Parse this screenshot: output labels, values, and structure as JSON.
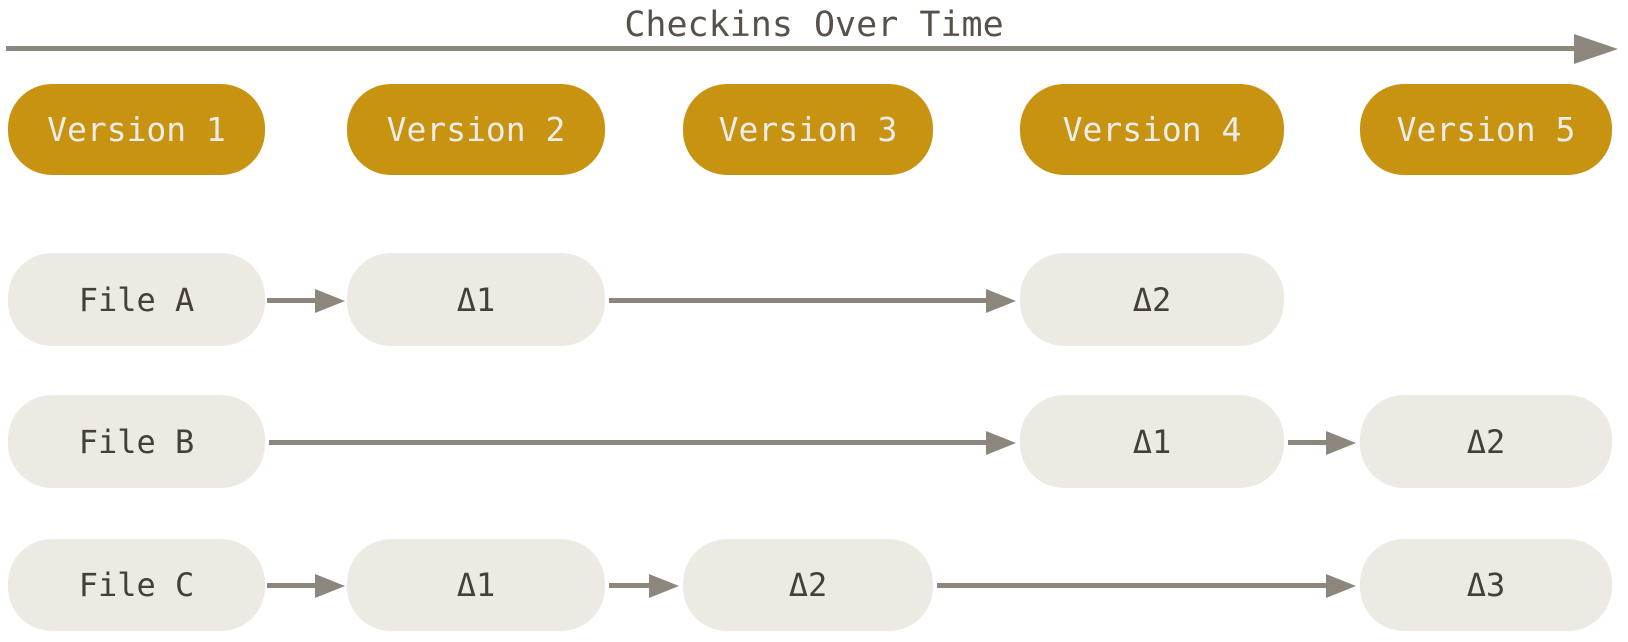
{
  "timeline": {
    "title": "Checkins Over Time"
  },
  "versions": [
    "Version 1",
    "Version 2",
    "Version 3",
    "Version 4",
    "Version 5"
  ],
  "files": [
    {
      "name": "File A",
      "deltas": [
        {
          "label": "Δ1",
          "version_column": 2
        },
        {
          "label": "Δ2",
          "version_column": 4
        }
      ]
    },
    {
      "name": "File B",
      "deltas": [
        {
          "label": "Δ1",
          "version_column": 4
        },
        {
          "label": "Δ2",
          "version_column": 5
        }
      ]
    },
    {
      "name": "File C",
      "deltas": [
        {
          "label": "Δ1",
          "version_column": 2
        },
        {
          "label": "Δ2",
          "version_column": 3
        },
        {
          "label": "Δ3",
          "version_column": 5
        }
      ]
    }
  ],
  "colors": {
    "background": "#FFFFFF",
    "version_pill": "#C79310",
    "version_text": "#ECECEA",
    "file_pill": "#ECEAE3",
    "file_text": "#453F38",
    "arrow": "#8D867C",
    "title_text": "#57514B"
  }
}
